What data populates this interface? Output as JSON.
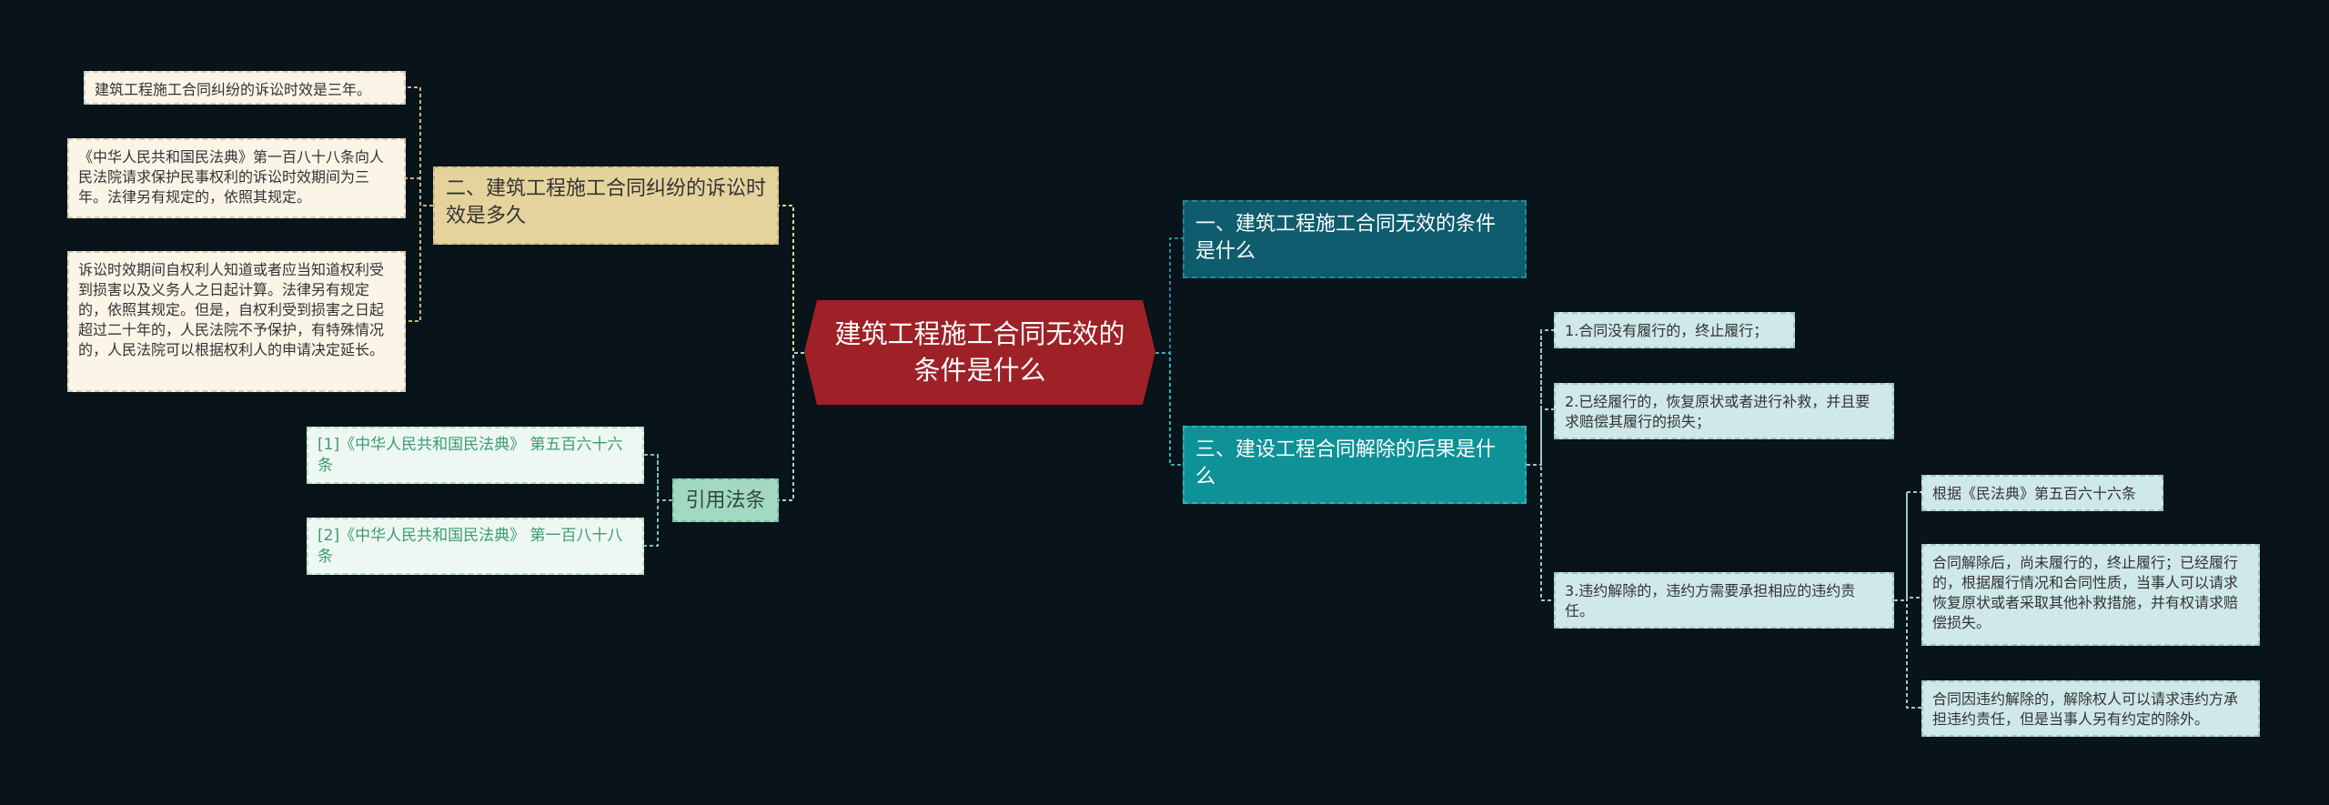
{
  "root": {
    "title": "建筑工程施工合同无效的条件是什么"
  },
  "left": {
    "branch_statute": {
      "title": "二、建筑工程施工合同纠纷的诉讼时效是多久",
      "leaves": [
        "建筑工程施工合同纠纷的诉讼时效是三年。",
        "《中华人民共和国民法典》第一百八十八条向人民法院请求保护民事权利的诉讼时效期间为三年。法律另有规定的，依照其规定。",
        "诉讼时效期间自权利人知道或者应当知道权利受到损害以及义务人之日起计算。法律另有规定的，依照其规定。但是，自权利受到损害之日起超过二十年的，人民法院不予保护，有特殊情况的，人民法院可以根据权利人的申请决定延长。"
      ]
    },
    "branch_refs": {
      "title": "引用法条",
      "leaves": [
        "[1]《中华人民共和国民法典》 第五百六十六条",
        "[2]《中华人民共和国民法典》 第一百八十八条"
      ]
    }
  },
  "right": {
    "branch_conditions": {
      "title": "一、建筑工程施工合同无效的条件是什么"
    },
    "branch_consequences": {
      "title": "三、建设工程合同解除的后果是什么",
      "leaves": [
        "1.合同没有履行的，终止履行；",
        "2.已经履行的，恢复原状或者进行补救，并且要求赔偿其履行的损失；",
        "3.违约解除的，违约方需要承担相应的违约责任。"
      ],
      "subleaves": [
        "根据《民法典》第五百六十六条",
        "合同解除后，尚未履行的，终止履行；已经履行的，根据履行情况和合同性质，当事人可以请求恢复原状或者采取其他补救措施，并有权请求赔偿损失。",
        "合同因违约解除的，解除权人可以请求违约方承担违约责任，但是当事人另有约定的除外。"
      ]
    }
  },
  "colors": {
    "background": "#08131a",
    "root": "#9d2127",
    "branch_tan": "#e4d39c",
    "branch_green": "#a3d9c2",
    "branch_dark": "#0e5c6e",
    "branch_teal": "#0e9197",
    "leaf_right": "#cfe8ea",
    "leaf_left": "#fbf5e8"
  }
}
